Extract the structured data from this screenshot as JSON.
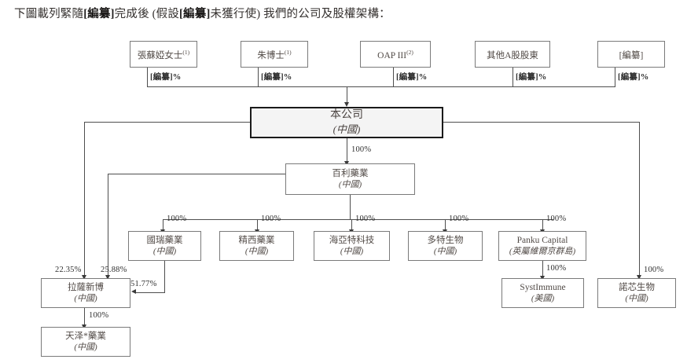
{
  "caption": {
    "prefix": "下圖載列緊隨",
    "redacted1": "[編纂]",
    "middle": "完成後 (假設",
    "redacted2": "[編纂]",
    "suffix": "未獲行使) 我們的公司及股權架構："
  },
  "shareholders": [
    {
      "name": "張蘇婭女士",
      "note": "(1)",
      "pct": "[編纂]%"
    },
    {
      "name": "朱博士",
      "note": "(1)",
      "pct": "[編纂]%"
    },
    {
      "name": "OAP III",
      "note": "(2)",
      "pct": "[編纂]%"
    },
    {
      "name": "其他A股股東",
      "note": "",
      "pct": "[編纂]%"
    },
    {
      "name": "[編纂]",
      "note": "",
      "pct": "[編纂]%"
    }
  ],
  "entities": {
    "company": {
      "name": "本公司",
      "place": "(中國)"
    },
    "bailiyaoye": {
      "name": "百利藥業",
      "place": "(中國)"
    },
    "guorui": {
      "name": "國瑞藥業",
      "place": "(中國)"
    },
    "jingxi": {
      "name": "精西藥業",
      "place": "(中國)"
    },
    "haiyate": {
      "name": "海亞特科技",
      "place": "(中國)"
    },
    "duote": {
      "name": "多特生物",
      "place": "(中國)"
    },
    "panku": {
      "name": "Panku Capital",
      "place": "(英屬維爾京群島)"
    },
    "systimmune": {
      "name": "SystImmune",
      "place": "(美國)"
    },
    "nuoxin": {
      "name": "諾芯生物",
      "place": "(中國)"
    },
    "lasaxinbo": {
      "name": "拉薩新博",
      "place": "(中國)"
    },
    "tianze": {
      "name": "天泽*藥業",
      "place": "(中國)"
    }
  },
  "percentages": {
    "company_to_baili": "100%",
    "baili_to_guorui": "100%",
    "baili_to_jingxi": "100%",
    "baili_to_haiyate": "100%",
    "baili_to_duote": "100%",
    "baili_to_panku": "100%",
    "panku_to_systimmune": "100%",
    "company_to_nuoxin": "100%",
    "company_to_lasa": "22.35%",
    "baili_to_lasa": "25.88%",
    "guorui_to_lasa": "51.77%",
    "lasa_to_tianze": "100%"
  }
}
